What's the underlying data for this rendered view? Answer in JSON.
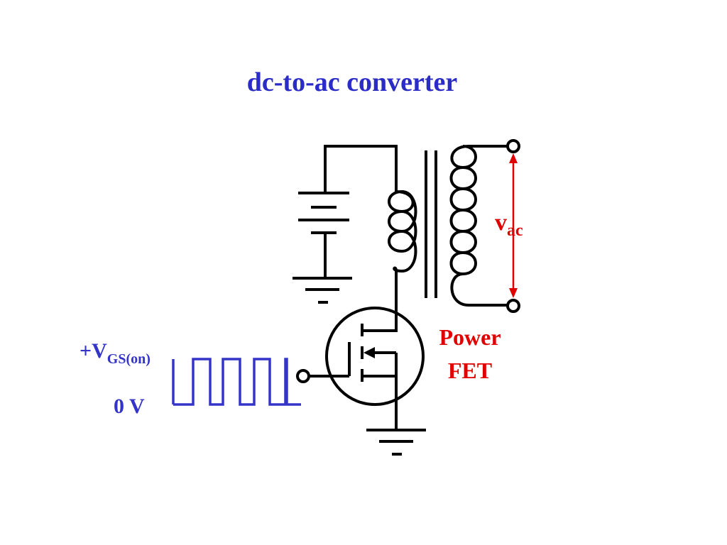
{
  "title": "dc-to-ac converter",
  "labels": {
    "vac_main": "v",
    "vac_sub": "ac",
    "fet_line1": "Power",
    "fet_line2": "FET",
    "vgs_main": "+V",
    "vgs_sub": "GS(on)",
    "zero_v": "0 V"
  },
  "colors": {
    "title": "#2b2bc8",
    "accent_red": "#e00000",
    "signal_blue": "#3434c8",
    "wire": "#000000"
  }
}
